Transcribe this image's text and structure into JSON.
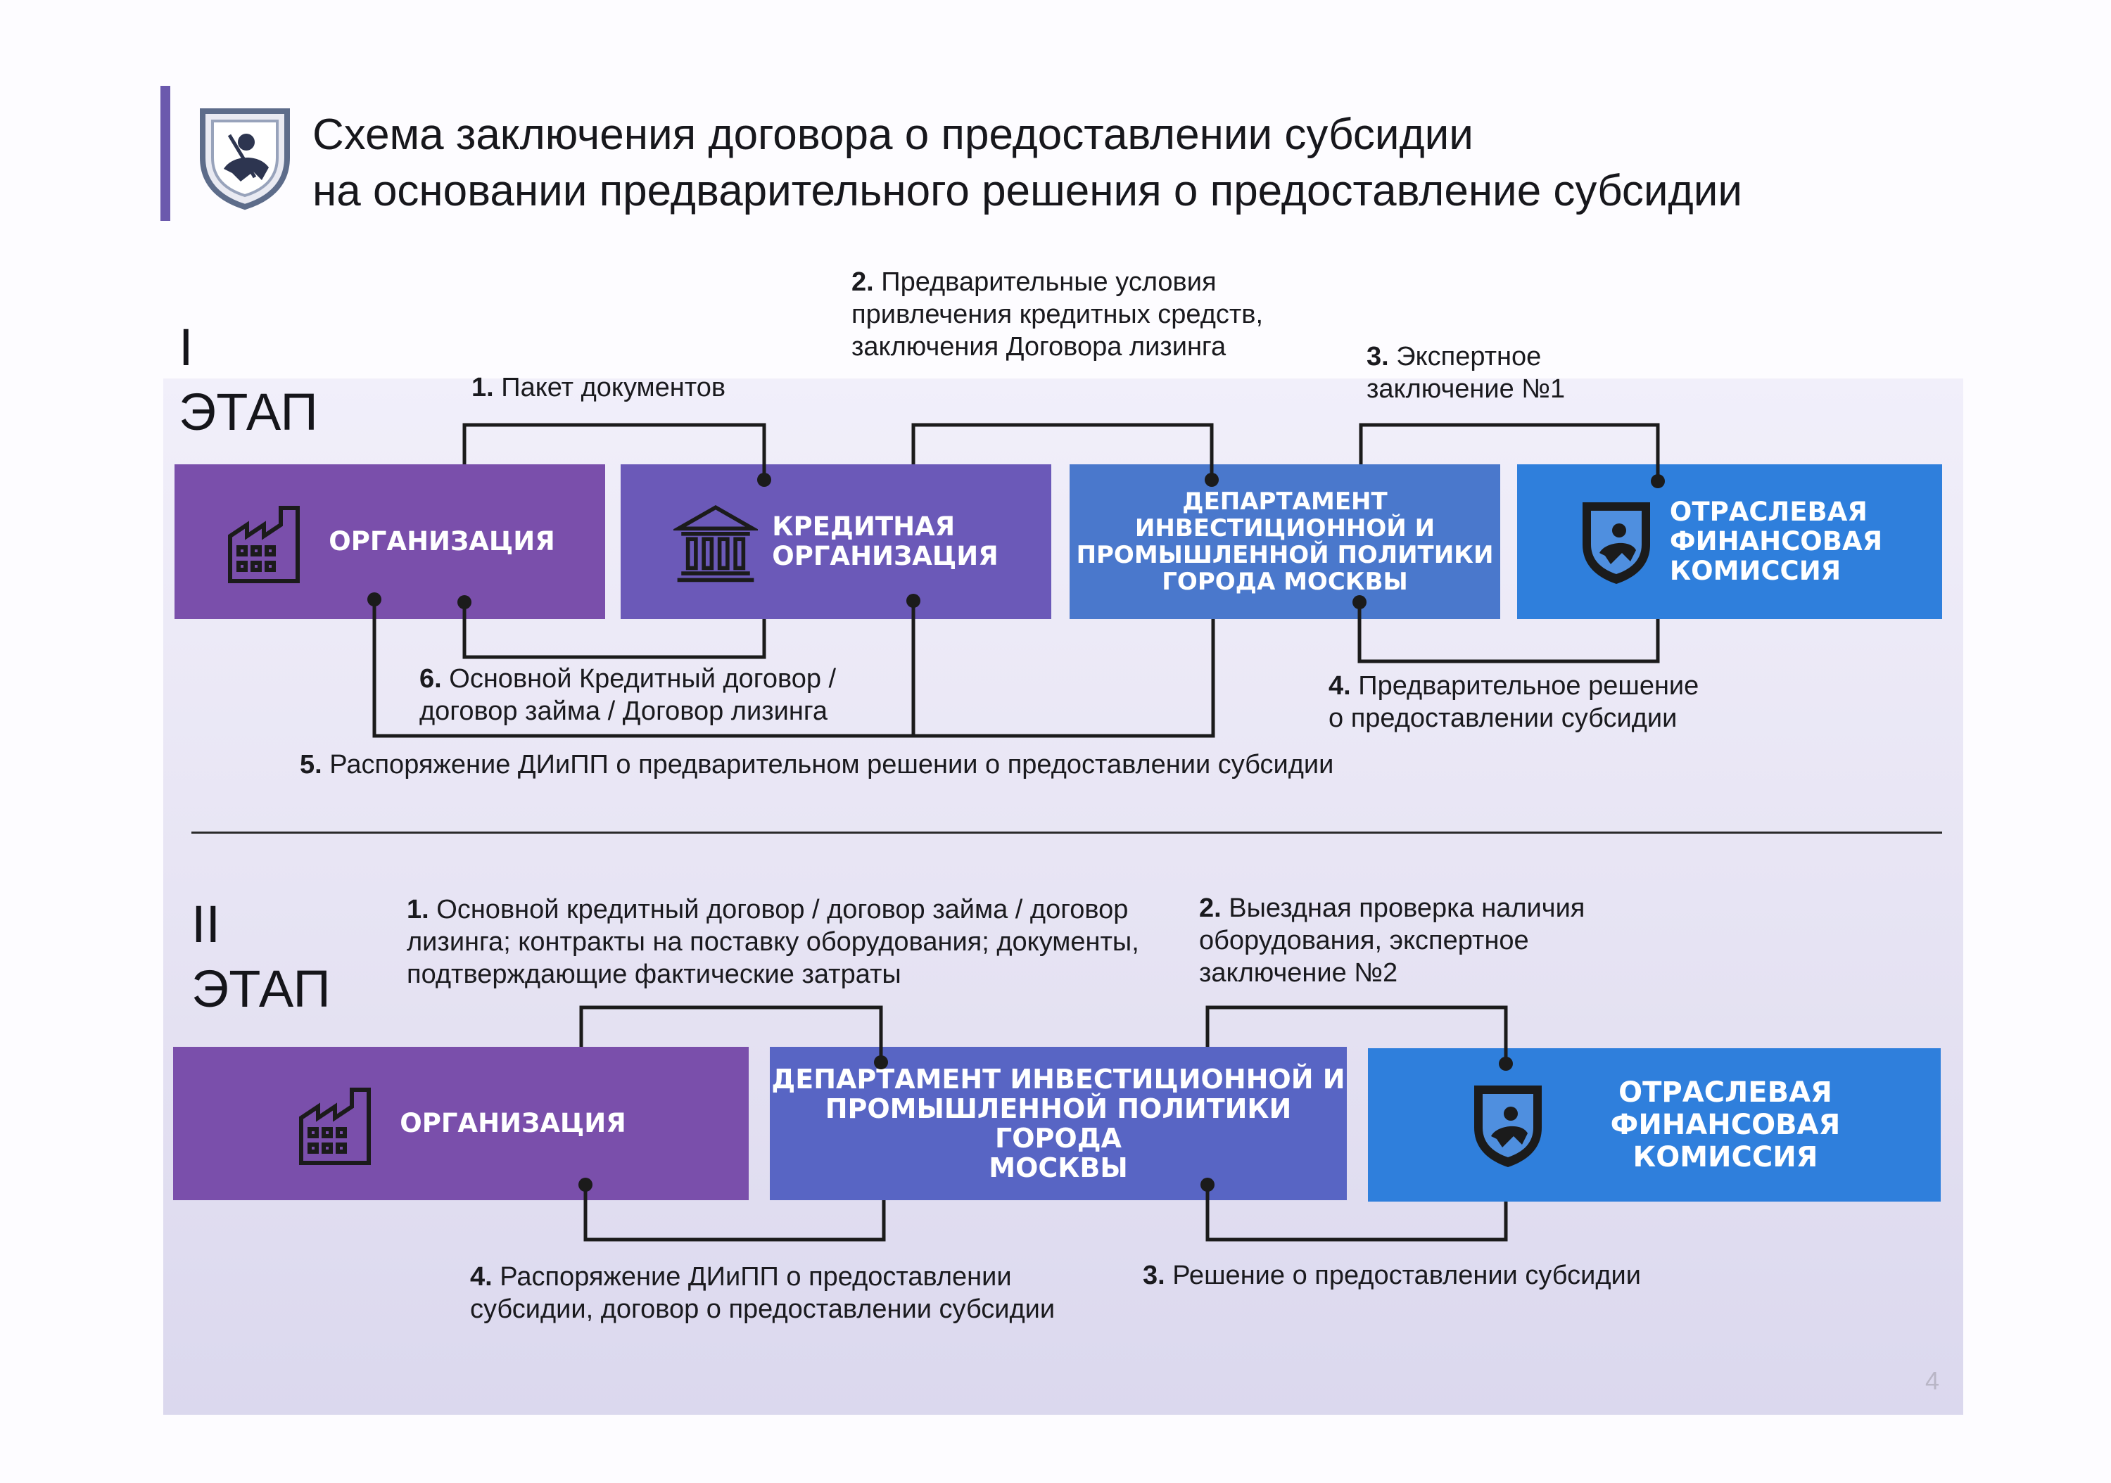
{
  "header": {
    "title_line1": "Схема заключения договора о предоставлении субсидии",
    "title_line2": "на основании  предварительного решения о предоставление субсидии",
    "accent_color": "#6b59ad"
  },
  "stage1": {
    "label_numeral": "I",
    "label_word": "ЭТАП",
    "boxes": [
      {
        "label": "ОРГАНИЗАЦИЯ",
        "icon": "factory-icon",
        "color": "#7a4fab"
      },
      {
        "label": "КРЕДИТНАЯ\nОРГАНИЗАЦИЯ",
        "icon": "bank-icon",
        "color": "#6b59b8"
      },
      {
        "label": "ДЕПАРТАМЕНТ\nИНВЕСТИЦИОННОЙ И\nПРОМЫШЛЕННОЙ ПОЛИТИКИ\nГОРОДА МОСКВЫ",
        "color": "#4a78cc"
      },
      {
        "label": "ОТРАСЛЕВАЯ\nФИНАНСОВАЯ\nКОМИССИЯ",
        "icon": "moscow-emblem-icon",
        "color": "#2f7fdc"
      }
    ],
    "steps": [
      {
        "num": "1.",
        "text": " Пакет документов"
      },
      {
        "num": "2.",
        "text": " Предварительные условия\nпривлечения кредитных средств,\nзаключения Договора лизинга"
      },
      {
        "num": "3.",
        "text": " Экспертное\nзаключение №1"
      },
      {
        "num": "4.",
        "text": " Предварительное решение\nо предоставлении субсидии"
      },
      {
        "num": "5.",
        "text": " Распоряжение ДИиПП о предварительном решении о предоставлении субсидии"
      },
      {
        "num": "6.",
        "text": " Основной  Кредитный договор /\nдоговор займа / Договор лизинга"
      }
    ]
  },
  "stage2": {
    "label_numeral": "II",
    "label_word": "ЭТАП",
    "boxes": [
      {
        "label": "ОРГАНИЗАЦИЯ",
        "icon": "factory-icon",
        "color": "#7a4fab"
      },
      {
        "label": "ДЕПАРТАМЕНТ ИНВЕСТИЦИОННОЙ И\nПРОМЫШЛЕННОЙ ПОЛИТИКИ ГОРОДА\nМОСКВЫ",
        "color": "#5865c4"
      },
      {
        "label": "ОТРАСЛЕВАЯ\nФИНАНСОВАЯ\nКОМИССИЯ",
        "icon": "moscow-emblem-icon",
        "color": "#2f7fdc"
      }
    ],
    "steps": [
      {
        "num": "1.",
        "text": " Основной кредитный договор / договор займа / договор\nлизинга; контракты на поставку оборудования; документы,\nподтверждающие фактические затраты"
      },
      {
        "num": "2.",
        "text": " Выездная проверка наличия\nоборудования, экспертное\nзаключение №2"
      },
      {
        "num": "3.",
        "text": " Решение о предоставлении субсидии"
      },
      {
        "num": "4.",
        "text": " Распоряжение ДИиПП о предоставлении\nсубсидии,  договор о предоставлении субсидии"
      }
    ]
  },
  "footer": {
    "page_number": "4"
  }
}
